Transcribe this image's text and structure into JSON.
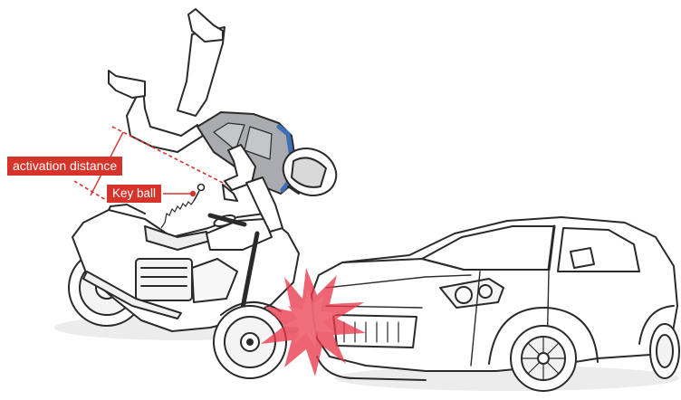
{
  "labels": {
    "activation_distance": "activation distance",
    "key_ball": "Key ball"
  },
  "colors": {
    "label_background": "#d6342b",
    "label_text": "#ffffff",
    "impact_burst": "#e8394a",
    "airbag_vest": "#a9abae",
    "vest_accent": "#3c6fb7",
    "line_art": "#2a2a2a",
    "shadow": "#e9e9e9"
  },
  "icons": {
    "rider": "rider-figure",
    "motorcycle": "motorcycle",
    "car": "hatchback-car",
    "impact": "impact-burst",
    "key_ball": "key-ball-icon"
  }
}
